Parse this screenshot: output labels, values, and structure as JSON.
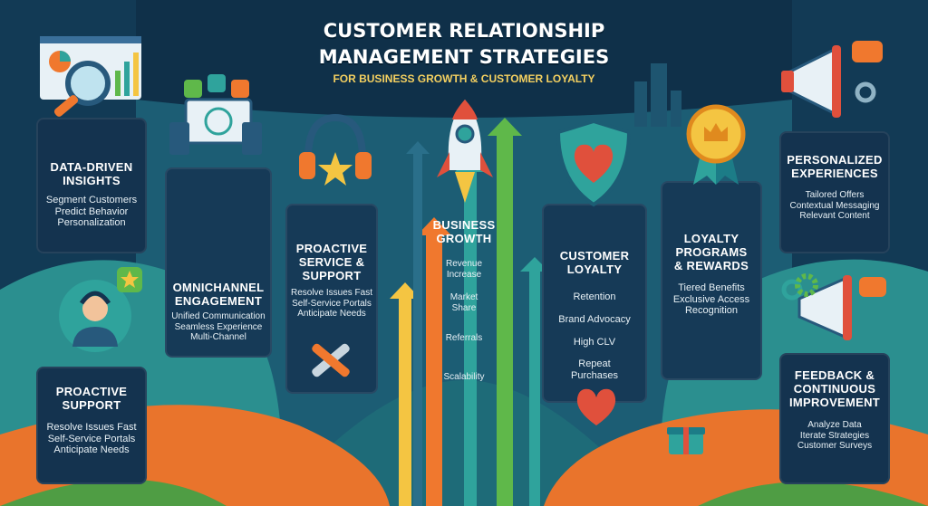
{
  "title": {
    "line1": "CUSTOMER RELATIONSHIP",
    "line2": "MANAGEMENT STRATEGIES",
    "subtitle": "FOR BUSINESS GROWTH & CUSTOMER LOYALTY"
  },
  "sections": {
    "data_driven": {
      "heading1": "DATA-DRIVEN",
      "heading2": "INSIGHTS",
      "items": [
        "Segment Customers",
        "Predict Behavior",
        "Personalization"
      ]
    },
    "proactive_support_left": {
      "heading1": "PROACTIVE",
      "heading2": "SUPPORT",
      "items": [
        "Resolve Issues Fast",
        "Self-Service Portals",
        "Anticipate Needs"
      ]
    },
    "omnichannel": {
      "heading1": "OMNICHANNEL",
      "heading2": "ENGAGEMENT",
      "items": [
        "Unified Communication",
        "Seamless Experience",
        "Multi-Channel"
      ]
    },
    "proactive_service": {
      "heading1": "PROACTIVE",
      "heading2": "SERVICE &",
      "heading3": "SUPPORT",
      "items": [
        "Resolve Issues Fast",
        "Self-Service Portals",
        "Anticipate Needs"
      ]
    },
    "business_growth": {
      "heading1": "BUSINESS",
      "heading2": "GROWTH",
      "items": [
        {
          "line1": "Revenue",
          "line2": "Increase"
        },
        {
          "line1": "Market",
          "line2": "Share"
        },
        {
          "line1": "Referrals",
          "line2": ""
        },
        {
          "line1": "Scalability",
          "line2": ""
        }
      ]
    },
    "customer_loyalty": {
      "heading1": "CUSTOMER",
      "heading2": "LOYALTY",
      "items": [
        "Retention",
        "Brand Advocacy",
        "High CLV",
        "Repeat",
        "Purchases"
      ]
    },
    "loyalty_programs": {
      "heading1": "LOYALTY",
      "heading2": "PROGRAMS",
      "heading3": "& REWARDS",
      "items": [
        "Tiered Benefits",
        "Exclusive Access",
        "Recognition"
      ]
    },
    "personalized": {
      "heading1": "PERSONALIZED",
      "heading2": "EXPERIENCES",
      "items": [
        "Tailored Offers",
        "Contextual Messaging",
        "Relevant Content"
      ]
    },
    "feedback": {
      "heading1": "FEEDBACK &",
      "heading2": "CONTINUOUS",
      "heading3": "IMPROVEMENT",
      "items": [
        "Analyze Data",
        "Iterate Strategies",
        "Customer Surveys"
      ]
    }
  },
  "colors": {
    "navy": "#14334f",
    "teal": "#2fa39c",
    "orange": "#f0782e",
    "yellow": "#f4c542",
    "green": "#5fb84a",
    "red": "#e0503c"
  },
  "icons": [
    "analytics-icon",
    "magnifier-icon",
    "devices-icon",
    "headset-icon",
    "rocket-icon",
    "shield-heart-icon",
    "award-ribbon-icon",
    "megaphone-icon",
    "gear-icon",
    "wrench-icon",
    "heart-icon",
    "gift-icon",
    "star-icon",
    "person-icon"
  ]
}
